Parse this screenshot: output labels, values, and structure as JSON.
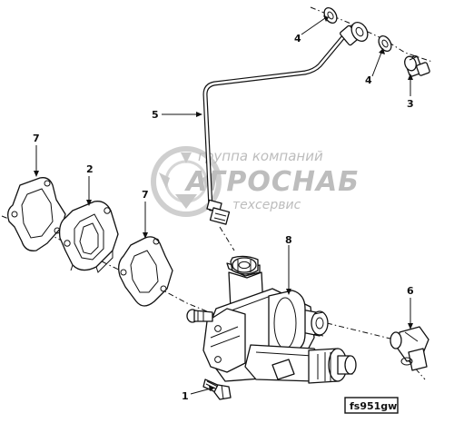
{
  "callouts": {
    "c1": "1",
    "c2": "2",
    "c3": "3",
    "c4a": "4",
    "c4b": "4",
    "c5": "5",
    "c6": "6",
    "c7a": "7",
    "c7b": "7",
    "c8": "8"
  },
  "watermark": {
    "line1": "группа компаний",
    "line2": "АГРОСНАБ",
    "line3": "техсервис"
  },
  "figure_code": "fs951gw"
}
